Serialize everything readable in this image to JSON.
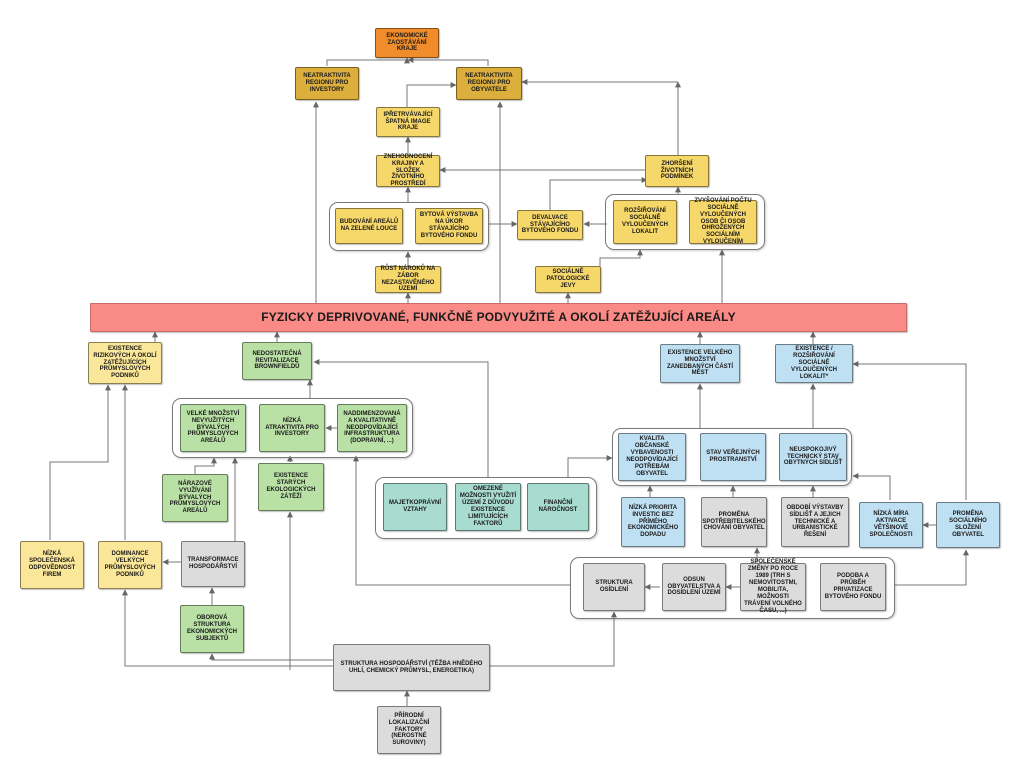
{
  "diagram": {
    "banner": "FYZICKY DEPRIVOVANÉ, FUNKČNĚ PODVYUŽITÉ A OKOLÍ ZATĚŽUJÍCÍ AREÁLY",
    "nodes": {
      "ekonomicke": "EKONOMICKÉ ZAOSTÁVÁNÍ KRAJE",
      "neatr_investory": "NEATRAKTIVITA REGIONU PRO INVESTORY",
      "neatr_obyvatele": "NEATRAKTIVITA REGIONU PRO OBYVATELE",
      "spatna_image": "IPŘETRVÁVAJÍCÍ ŠPATNÁ IMAGE KRAJE",
      "znehodnoceni": "ZNEHODNOCENÍ KRAJINY A SLOŽEK ŽIVOTNÍHO PROSTŘEDÍ",
      "zhorseni": "ZHORŠENÍ ŽIVOTNÍCH PODMÍNEK",
      "budovani": "BUDOVÁNÍ AREÁLŮ NA ZELENÉ LOUCE",
      "bytova": "BYTOVÁ VÝSTAVBA NA ÚKOR STÁVAJÍCÍHO BYTOVÉHO FONDU",
      "devalvace": "DEVALVACE STÁVAJÍCÍHO BYTOVÉHO FONDU",
      "rozsirovani_lokalit": "ROZŠIŘOVÁNÍ SOCIÁLNĚ VYLOUČENÝCH LOKALIT",
      "zvysovani": "ZVYŠOVÁNÍ POČTU SOCIÁLNĚ VYLOUČENÝCH OSOB ČI OSOB OHROŽENÝCH SOCIÁLNÍM VYLOUČENÍM",
      "rust": "RŮST NÁROKŮ NA ZÁBOR NEZASTAVĚNÉHO ÚZEMÍ",
      "patologicke": "SOCIÁLNĚ PATOLOGICKÉ JEVY",
      "existence_rizikovych": "EXISTENCE RIZIKOVÝCH A OKOLÍ ZATĚŽUJÍCÍCH PRŮMYSLOVÝCH PODNIKŮ",
      "nedostatecna": "NEDOSTATEČNÁ REVITALIZACE BROWNFIELDŮ",
      "existence_zanedbanych": "EXISTENCE VELKÉHO MNOŽSTVÍ ZANEDBANÝCH ČÁSTÍ MĚST",
      "existence_rozsirovani": "EXISTENCE / ROZŠIŘOVÁNÍ SOCIÁLNĚ VYLOUČENÝCH LOKALIT*",
      "velke_mnozstvi": "VELKÉ MNOŽSTVÍ NEVYUŽITÝCH BÝVALÝCH PRŮMYSLOVÝCH AREÁLŮ",
      "nizka_atraktivita": "NÍZKÁ ATRAKTIVITA PRO INVESTORY",
      "naddimenzovana": "NADDIMENZOVANÁ A KVALITATIVNĚ NEODPOVÍDAJÍCÍ INFRASTRUKTURA (DOPRAVNÍ, ...)",
      "kvalita": "KVALITA OBČANSKÉ VYBAVENOSTI NEODPOVÍDAJÍCÍ POTŘEBÁM OBYVATEL",
      "stav_verejnych": "STAV VEŘEJNÝCH PROSTRANSTVÍ",
      "neuspokojivy": "NEUSPOKOJIVÝ TECHNICKÝ STAV OBYTNÝCH SÍDLIŠŤ",
      "narazove": "NÁRAZOVÉ VYUŽÍVÁNÍ BÝVALÝCH PRŮMYSLOVÝCH AREÁLŮ",
      "existence_starych": "EXISTENCE STARÝCH EKOLOGICKÝCH ZÁTĚŽÍ",
      "majetkopravni": "MAJETKOPRÁVNÍ VZTAHY",
      "omezene": "OMEZENÉ MOŽNOSTI VYUŽITÍ ÚZEMÍ Z DŮVODU EXISTENCE LIMITUJÍCÍCH FAKTORŮ",
      "financni": "FINANČNÍ NÁROČNOST",
      "nizka_priorita": "NÍZKÁ PRIORITA INVESTIC BEZ PŘÍMÉHO EKONOMICKÉHO DOPADU",
      "promena_spotreb": "PROMĚNA SPOTŘEBITELSKÉHO CHOVÁNÍ OBYVATEL",
      "obdobi": "OBDOBÍ VÝSTAVBY SÍDLIŠŤ A JEJICH TECHNICKÉ A URBANISTICKÉ ŘEŠENÍ",
      "nizka_mira": "NÍZKÁ MÍRA AKTIVACE VĚTŠINOVÉ SPOLEČNOSTI",
      "promena_slozeni": "PROMĚNA SOCIÁLNÍHO SLOŽENÍ OBYVATEL",
      "nizka_spolecenska": "NÍZKÁ SPOLEČENSKÁ ODPOVĚDNOST FIREM",
      "dominance": "DOMINANCE VELKÝCH PRŮMYSLOVÝCH PODNIKŮ",
      "transformace": "TRANSFORMACE HOSPODÁŘSTVÍ",
      "oborova": "OBOROVÁ STRUKTURA EKONOMICKÝCH SUBJEKTŮ",
      "struktura_osidleni": "STRUKTURA OSÍDLENÍ",
      "odsun": "ODSUN OBYVATELSTVA A DOSÍDLENÍ ÚZEMÍ",
      "spolecenske": "SPOLEČENSKÉ ZMĚNY PO ROCE 1989 (TRH S NEMOVITOSTMI, MOBILITA, MOŽNOSTI TRÁVENÍ VOLNÉHO ČASU, ...)",
      "podoba": "PODOBA A PRŮBĚH PRIVATIZACE BYTOVÉHO FONDU",
      "struktura_hosp": "STRUKTURA HOSPODÁŘSTVÍ (TĚŽBA HNĚDÉHO UHLÍ, CHEMICKÝ PRŮMYSL, ENERGETIKA)",
      "prirodni": "PŘÍRODNÍ LOKALIZAČNÍ FAKTORY (NEROSTNÉ SUROVINY)"
    }
  }
}
